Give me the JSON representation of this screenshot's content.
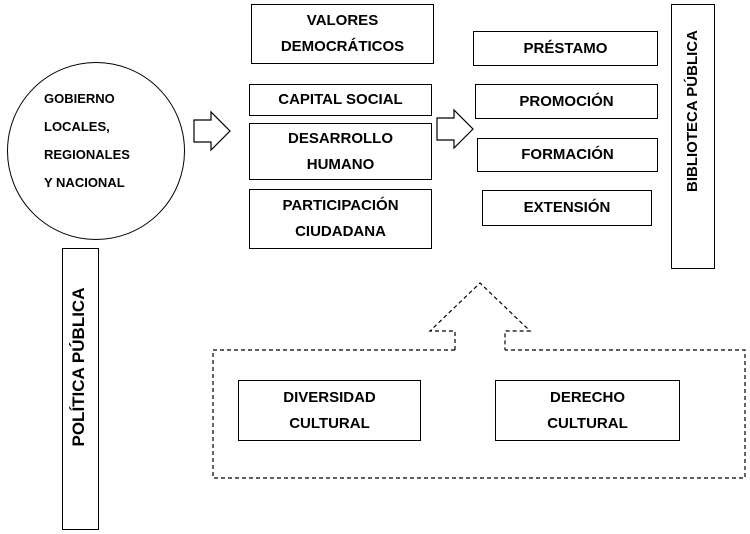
{
  "government": {
    "lines": [
      "GOBIERNO",
      "LOCALES,",
      "REGIONALES",
      "Y NACIONAL"
    ]
  },
  "policy_label": "POLÍTICA PÚBLICA",
  "library_label": "BIBLIOTECA PÚBLICA",
  "values": {
    "democratic": [
      "VALORES",
      "DEMOCRÁTICOS"
    ],
    "social_capital": "CAPITAL SOCIAL",
    "human_development": [
      "DESARROLLO",
      "HUMANO"
    ],
    "participation": [
      "PARTICIPACIÓN",
      "CIUDADANA"
    ]
  },
  "services": [
    "PRÉSTAMO",
    "PROMOCIÓN",
    "FORMACIÓN",
    "EXTENSIÓN"
  ],
  "cultural": {
    "diversity": [
      "DIVERSIDAD",
      "CULTURAL"
    ],
    "right": [
      "DERECHO",
      "CULTURAL"
    ]
  }
}
